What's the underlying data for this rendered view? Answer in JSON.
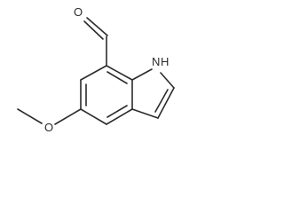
{
  "molecule": {
    "atoms": {
      "aldehyde_oxygen": "O",
      "ring_nitrogen": "N",
      "ring_nitrogen_hydrogen": "H",
      "methoxy_oxygen": "O"
    }
  }
}
